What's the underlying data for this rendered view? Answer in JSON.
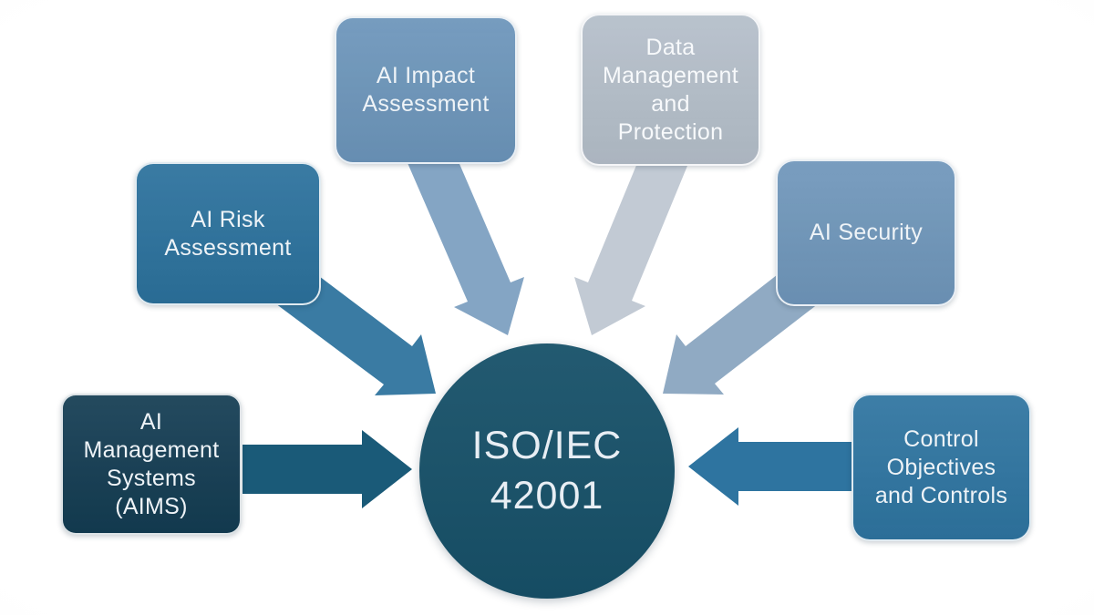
{
  "diagram": {
    "center": {
      "label": "ISO/IEC\n42001"
    },
    "boxes": [
      {
        "id": "ai-management-systems",
        "label": "AI\nManagement\nSystems\n(AIMS)"
      },
      {
        "id": "ai-risk-assessment",
        "label": "AI Risk\nAssessment"
      },
      {
        "id": "ai-impact-assessment",
        "label": "AI Impact\nAssessment"
      },
      {
        "id": "data-management-and-protection",
        "label": "Data\nManagement\nand\nProtection"
      },
      {
        "id": "ai-security",
        "label": "AI Security"
      },
      {
        "id": "control-objectives-and-controls",
        "label": "Control\nObjectives\nand Controls"
      }
    ]
  },
  "palette": {
    "background_edge": "#ebebeb",
    "center_circle": "#175169",
    "center_text": "#e8eef4",
    "label_text": "#eef3f7",
    "box_aims": "#133c52",
    "box_risk": "#2b719c",
    "box_impact": "#6c95ba",
    "box_data": "#b4bec9",
    "box_security": "#6f96ba",
    "box_control": "#2e74a0",
    "arrow_aims": "#1a5a78",
    "arrow_risk": "#3a7ba3",
    "arrow_impact": "#84a5c4",
    "arrow_data": "#c2cad4",
    "arrow_security": "#90aac3",
    "arrow_control": "#2e74a0"
  }
}
